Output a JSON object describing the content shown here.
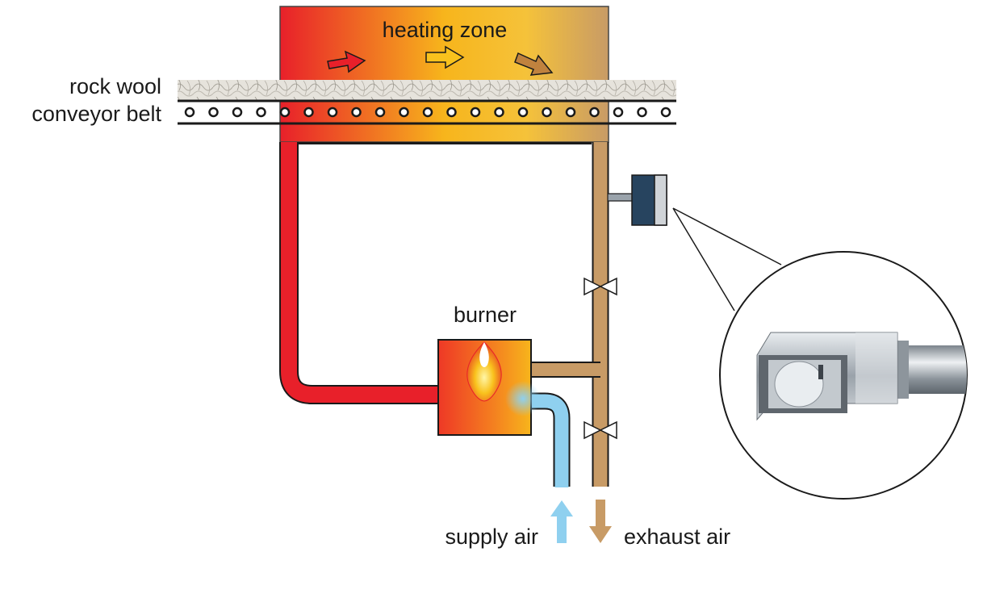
{
  "labels": {
    "heating_zone": "heating zone",
    "rock_wool": "rock wool",
    "conveyor_belt": "conveyor belt",
    "burner": "burner",
    "supply_air": "supply air",
    "exhaust_air": "exhaust air"
  },
  "colors": {
    "hot": "#e8202a",
    "warm": "#f7b51c",
    "exhaust": "#c89b66",
    "supply": "#8fd0ef",
    "sensor": "#27445f",
    "outline": "#1a1a1a"
  },
  "icons": {
    "flame": "flame-icon",
    "valve": "butterfly-valve-icon",
    "sensor": "sensor-box-icon",
    "magnifier": "zoom-callout-icon"
  }
}
